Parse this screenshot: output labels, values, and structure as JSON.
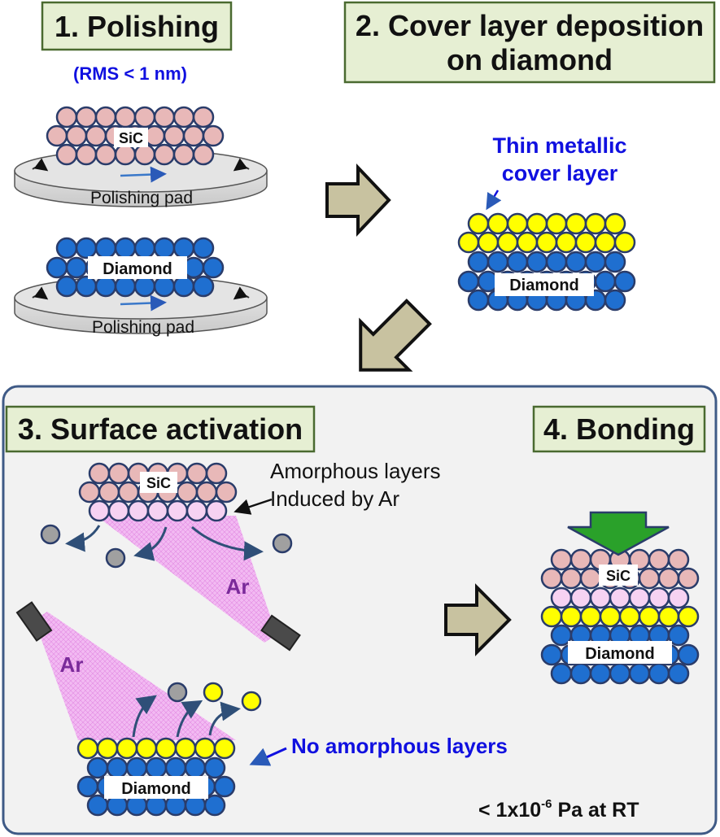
{
  "steps": {
    "step1": "1. Polishing",
    "step2_line1": "2. Cover layer deposition",
    "step2_line2": "on diamond",
    "step3": "3. Surface activation",
    "step4": "4. Bonding"
  },
  "labels": {
    "rms": "(RMS < 1 nm)",
    "sic": "SiC",
    "diamond": "Diamond",
    "polishing_pad": "Polishing pad",
    "cover_line1": "Thin metallic",
    "cover_line2": "cover layer",
    "amorphous_line1": "Amorphous layers",
    "amorphous_line2": "Induced by Ar",
    "ar": "Ar",
    "no_amorphous": "No amorphous layers",
    "pressure_base": "< 1x10",
    "pressure_exp": "-6",
    "pressure_tail": " Pa at RT"
  },
  "colors": {
    "sic_atom": "#e8b8b8",
    "diamond_atom": "#1f6fd0",
    "cover_atom": "#ffff00",
    "amorphous_atom": "#f6d2f2",
    "atom_stroke": "#2a3c6a",
    "title_box": "#e6efd3",
    "title_border": "#4a6a30",
    "arrow_fill": "#c8c2a0",
    "press_arrow": "#2aa12a",
    "beam": "#f0a8f0",
    "panel_bg": "#f2f2f2",
    "blue_text": "#1010e0"
  }
}
